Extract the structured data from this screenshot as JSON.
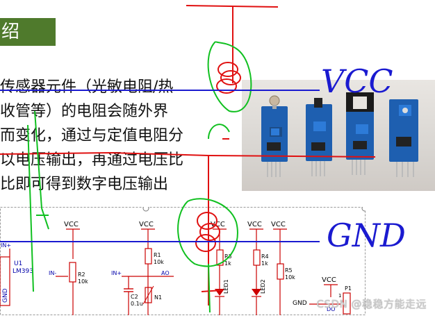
{
  "slide": {
    "title": "绍",
    "text_lines": [
      "传感器元件（光敏电阻/热",
      "收管等）的电阻会随外界",
      "而变化，通过与定值电阻分",
      "以电压输出，再通过电压比",
      "比即可得到数字电压输出"
    ]
  },
  "schematic": {
    "vcc_labels": [
      "VCC",
      "VCC",
      "VCC",
      "VCC",
      "VCC",
      "VCC"
    ],
    "components": {
      "u1": "U1",
      "lm393": "LM393",
      "gnd_left": "GND",
      "in_plus_left": "IN+",
      "in_minus": "IN-",
      "r2": "R2",
      "r2_val": "10k",
      "in_plus": "IN+",
      "r1": "R1",
      "r1_val": "10k",
      "ao": "AO",
      "c2": "C2",
      "c2_val": "0.1u",
      "n1": "N1",
      "r3": "R3",
      "r3_val": "1k",
      "led1": "LED1",
      "r4": "R4",
      "r4_val": "1k",
      "led2": "LED2",
      "r5": "R5",
      "r5_val": "10k",
      "gnd_right": "GND",
      "do_label": "DO",
      "p1": "P1",
      "pin_num": "1"
    }
  },
  "annotations": {
    "vcc": "VCC",
    "gnd": "GND"
  },
  "watermark": "CSDN @稳稳方能走远",
  "colors": {
    "title_bg": "#4f7a2c",
    "annotation_blue": "#1a1ad0",
    "annotation_red": "#e01010",
    "annotation_green": "#10c020",
    "schematic_red": "#cc0000",
    "schematic_blue": "#0000aa"
  }
}
